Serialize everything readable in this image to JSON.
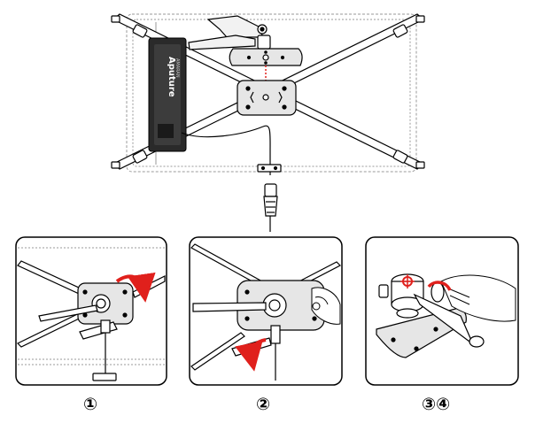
{
  "title": "",
  "main_illustration": {
    "logo_text": "Aputure",
    "logo_subtext": "AMARAN"
  },
  "steps": [
    {
      "label": "①",
      "arrow": "rotate-clockwise"
    },
    {
      "label": "②",
      "arrow": "rotate-down"
    },
    {
      "label": "③④",
      "arrow": "tighten-knob"
    }
  ],
  "colors": {
    "line": "#000000",
    "panel_dark": "#2a2a2a",
    "plate": "#e6e6e6",
    "accent_arrow": "#e0201c",
    "frame_dashed": "#9a9a9a"
  }
}
